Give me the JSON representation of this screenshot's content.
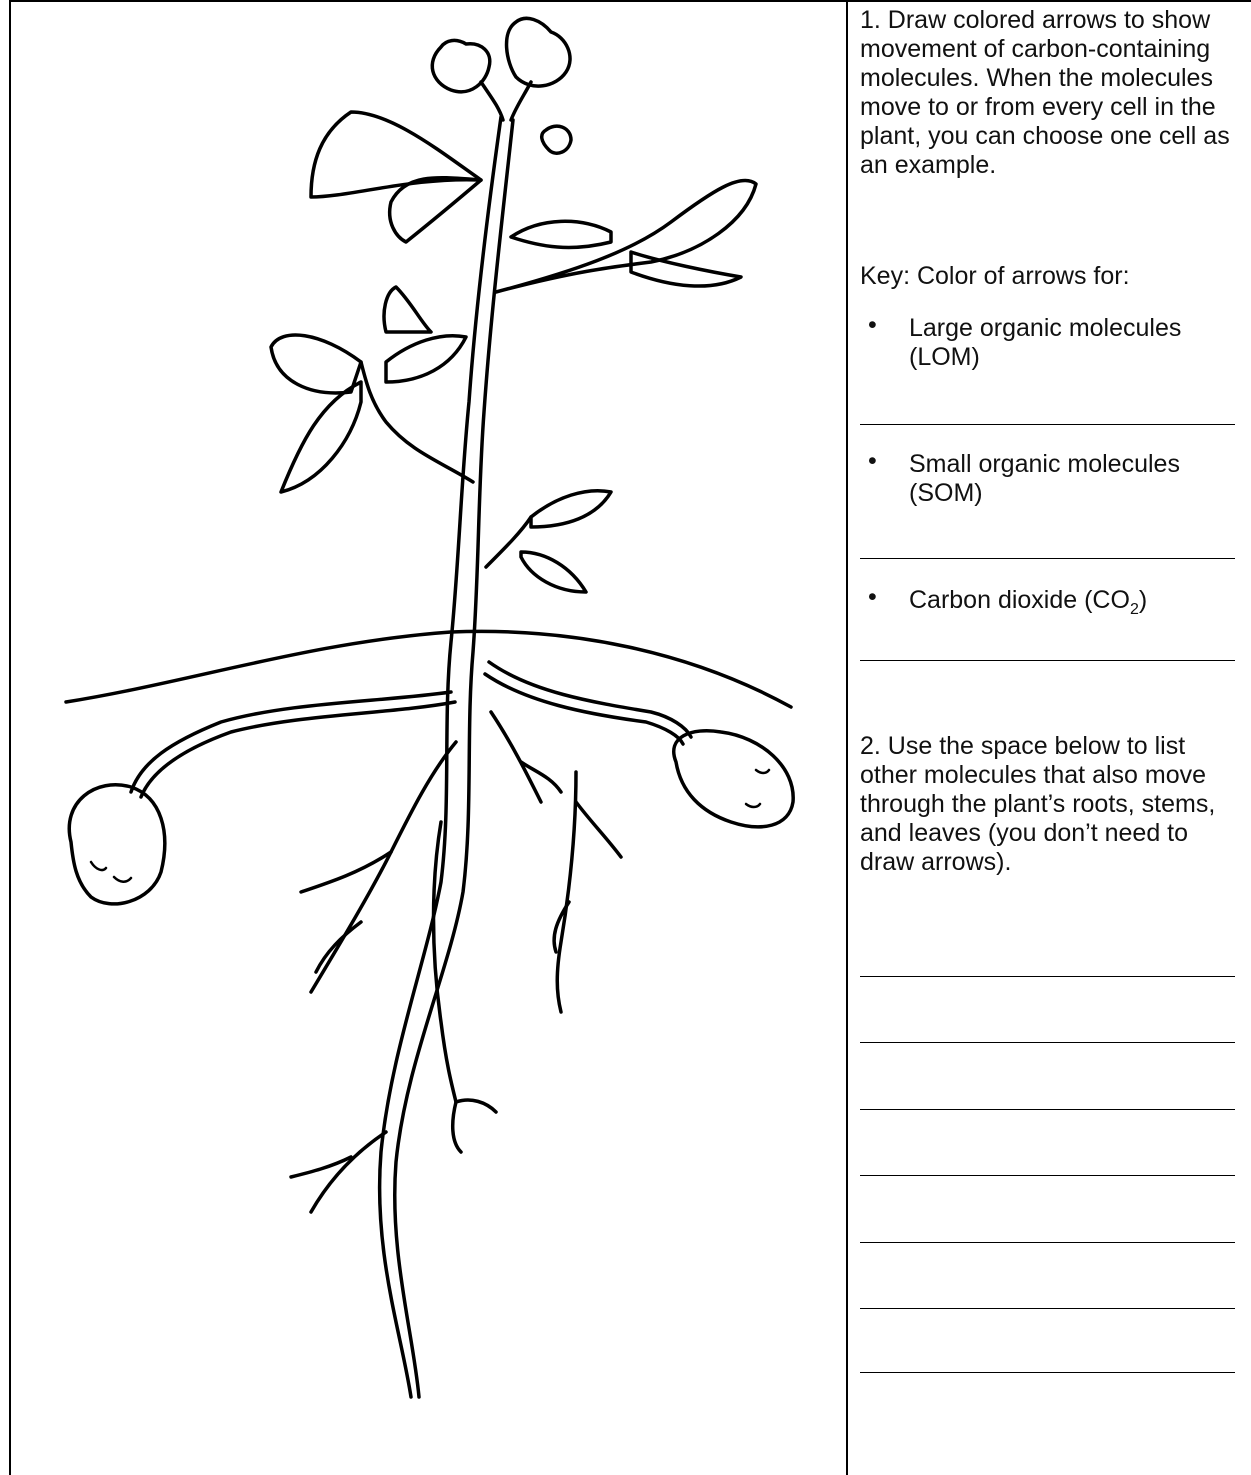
{
  "question1": {
    "text": "1. Draw colored arrows to show movement of carbon-containing molecules.  When the molecules move to or from every cell in the plant, you can choose one cell as an example."
  },
  "key": {
    "title": "Key: Color of arrows for:",
    "items": [
      {
        "label": "Large organic molecules (LOM)"
      },
      {
        "label": "Small organic molecules (SOM)"
      },
      {
        "label_main": "Carbon dioxide (CO",
        "label_sub": "2",
        "label_end": ")"
      }
    ]
  },
  "question2": {
    "text": "2. Use the space below to list other molecules that also move through the plant’s roots, stems, and leaves (you don’t need to draw arrows)."
  },
  "answer_lines_count": 7
}
